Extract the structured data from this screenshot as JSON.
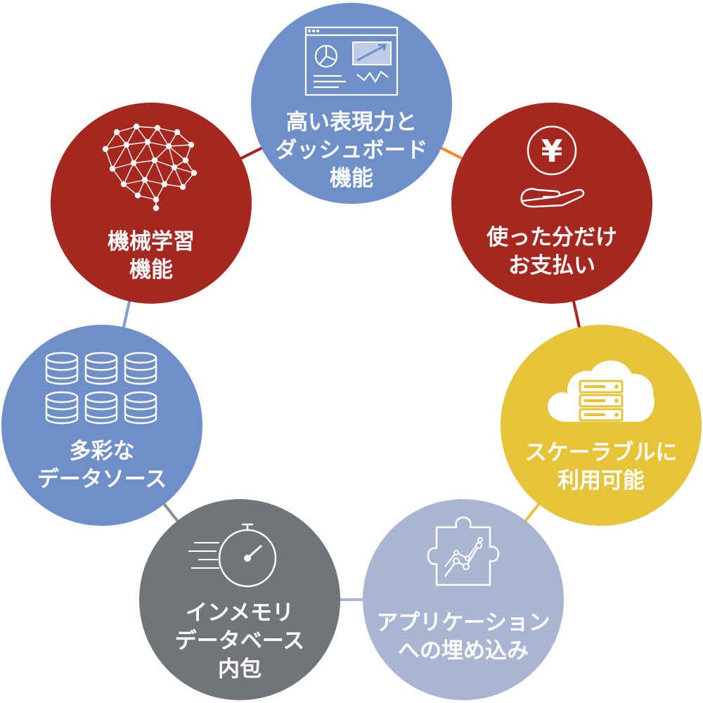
{
  "colors": {
    "red": "#a6271f",
    "blue": "#6f8fc8",
    "yellow": "#e6c43a",
    "lightblue": "#a9b5d3",
    "gray": "#717579",
    "orange": "#ef8b1e",
    "connector_blue": "#7f9bd0",
    "connector_gray": "#8a8e92"
  },
  "nodes": [
    {
      "id": "dashboard",
      "icon": "dashboard-icon",
      "color": "blue",
      "lines": [
        "高い表現力と",
        "ダッシュボード",
        "機能"
      ]
    },
    {
      "id": "pay-per-use",
      "icon": "yen-hand-icon",
      "color": "red",
      "lines": [
        "使った分だけ",
        "お支払い"
      ]
    },
    {
      "id": "scalable",
      "icon": "cloud-server-icon",
      "color": "yellow",
      "lines": [
        "スケーラブルに",
        "利用可能"
      ]
    },
    {
      "id": "app-embed",
      "icon": "puzzle-chart-icon",
      "color": "lightblue",
      "lines": [
        "アプリケーション",
        "への埋め込み"
      ]
    },
    {
      "id": "in-memory-db",
      "icon": "stopwatch-icon",
      "color": "gray",
      "lines": [
        "インメモリ",
        "データベース",
        "内包"
      ]
    },
    {
      "id": "data-sources",
      "icon": "database-icon",
      "color": "blue",
      "lines": [
        "多彩な",
        "データソース"
      ]
    },
    {
      "id": "machine-learning",
      "icon": "brain-network-icon",
      "color": "red",
      "lines": [
        "機械学習",
        "機能"
      ]
    }
  ],
  "connectors": [
    {
      "from": "dashboard",
      "to": "pay-per-use",
      "color": "orange"
    },
    {
      "from": "pay-per-use",
      "to": "scalable",
      "color": "red"
    },
    {
      "from": "scalable",
      "to": "app-embed",
      "color": "yellow"
    },
    {
      "from": "app-embed",
      "to": "in-memory-db",
      "color": "lightblue"
    },
    {
      "from": "in-memory-db",
      "to": "data-sources",
      "color": "connector_gray"
    },
    {
      "from": "data-sources",
      "to": "machine-learning",
      "color": "connector_blue"
    },
    {
      "from": "machine-learning",
      "to": "dashboard",
      "color": "red"
    }
  ]
}
